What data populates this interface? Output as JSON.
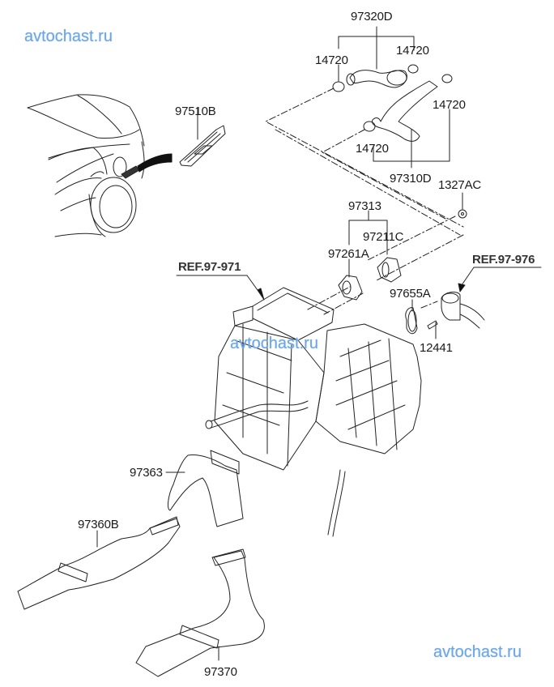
{
  "watermarks": [
    {
      "text": "avtochast.ru"
    },
    {
      "text": "avtochast.ru"
    },
    {
      "text": "avtochast.ru"
    }
  ],
  "diagram": {
    "title": "Heater & blower unit — heater hoses and rear floor ducts (parts diagram)",
    "part_labels": {
      "p97320D": "97320D",
      "p14720_a": "14720",
      "p14720_b": "14720",
      "p14720_c": "14720",
      "p14720_d": "14720",
      "p97310D": "97310D",
      "p1327AC": "1327AC",
      "p97510B": "97510B",
      "p97313": "97313",
      "p97211C": "97211C",
      "p97261A": "97261A",
      "ref_97971": "REF.97-971",
      "ref_97976": "REF.97-976",
      "p97655A": "97655A",
      "p12441": "12441",
      "p97363": "97363",
      "p97360B": "97360B",
      "p97370": "97370"
    },
    "colors": {
      "line": "#222222",
      "watermark": "#6aa6e8",
      "ref_text": "#333333"
    }
  }
}
